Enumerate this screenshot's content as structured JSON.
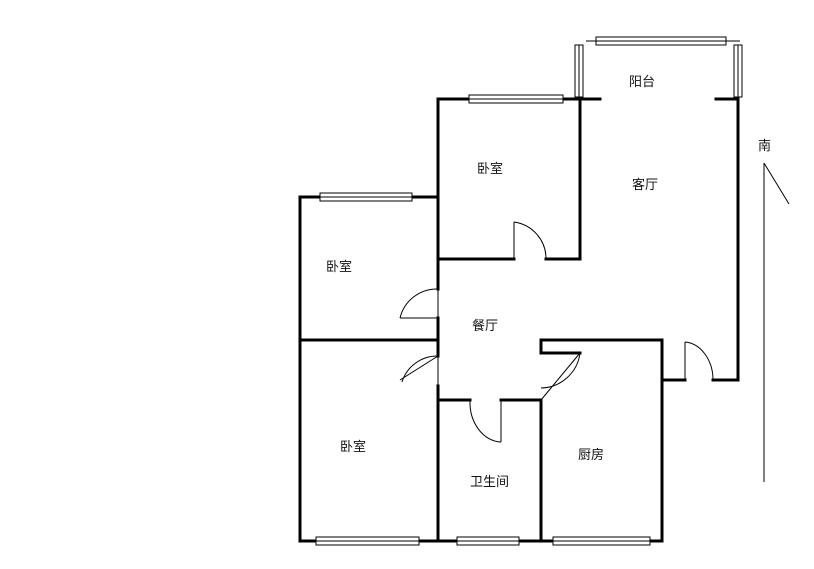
{
  "rooms": {
    "balcony": "阳台",
    "living_room": "客厅",
    "bedroom_top": "卧室",
    "bedroom_left": "卧室",
    "bedroom_bottom": "卧室",
    "dining_room": "餐厅",
    "bathroom": "卫生间",
    "kitchen": "厨房"
  },
  "compass": {
    "label": "南"
  }
}
